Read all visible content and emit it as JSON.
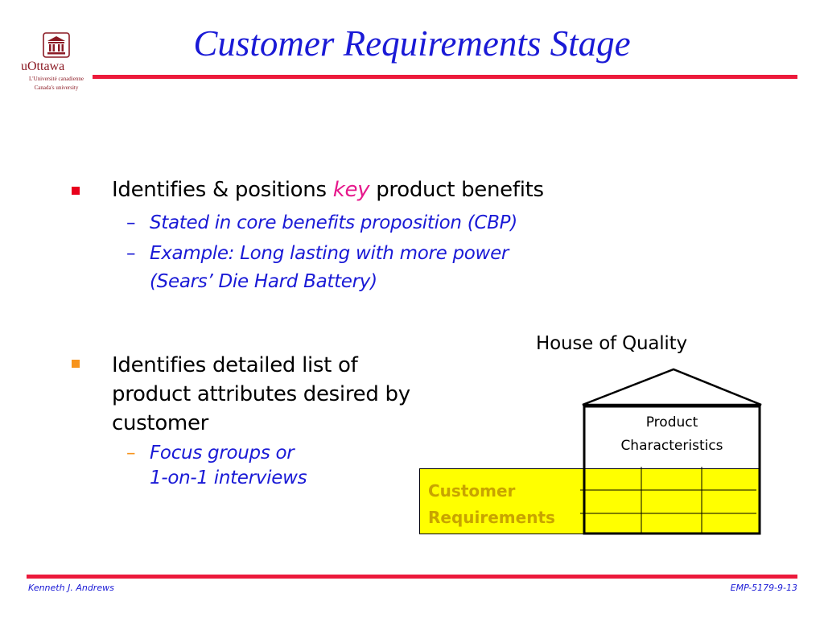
{
  "logo": {
    "name": "uOttawa",
    "line1": "L'Université canadienne",
    "line2": "Canada's university"
  },
  "title": "Customer Requirements Stage",
  "bullet1": {
    "pre": "Identifies & positions ",
    "key": "key",
    "post": " product benefits",
    "subs": [
      "Stated in core benefits proposition (CBP)",
      "Example: Long lasting with more power",
      "(Sears’ Die Hard Battery)"
    ]
  },
  "bullet2": {
    "lines": [
      "Identifies detailed list of",
      "product attributes desired by",
      "customer"
    ],
    "subs": [
      "Focus groups or",
      "1-on-1 interviews"
    ]
  },
  "diagram": {
    "label": "House of Quality",
    "product": [
      "Product",
      "Characteristics"
    ],
    "customer": [
      "Customer",
      "Requirements"
    ]
  },
  "footer": {
    "left": "Kenneth J. Andrews",
    "right": "EMP-5179-9-13"
  },
  "colors": {
    "title": "#1a1ad6",
    "rule": "#ec1a3b",
    "key": "#e6198c",
    "bullet1": "#e8001c",
    "bullet2": "#f7941d",
    "customer_fill": "#ffff00",
    "customer_text": "#c8a400"
  }
}
